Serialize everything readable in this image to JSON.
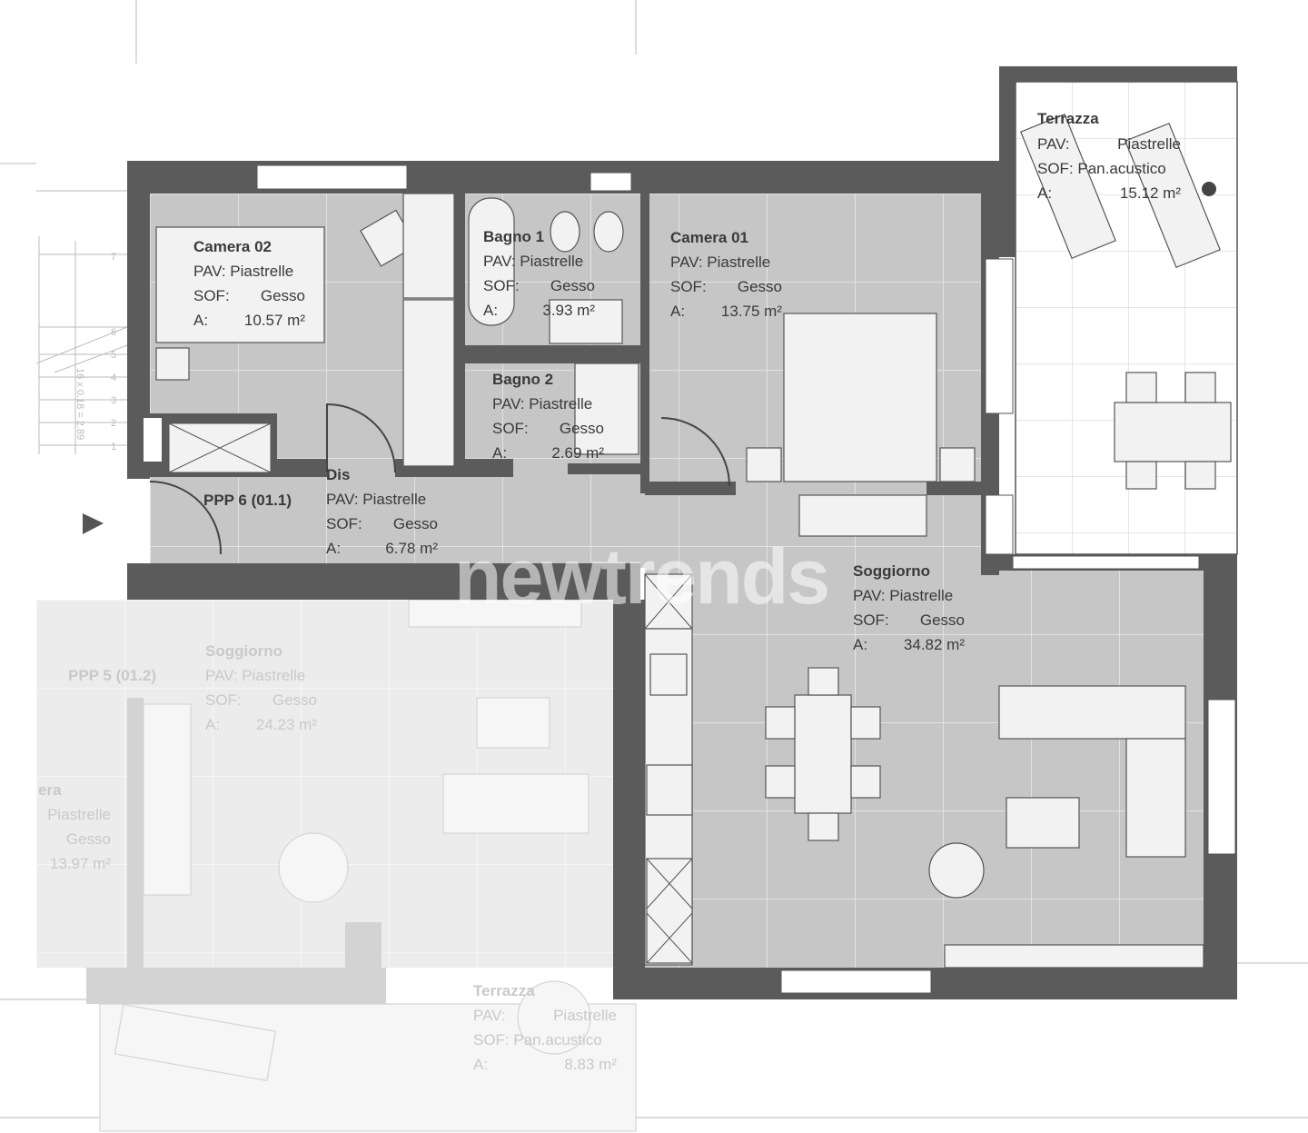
{
  "plan": {
    "watermark": "newtrends",
    "stair_note": "16 x 0.18 = 2.89",
    "stair_steps": [
      "1",
      "2",
      "3",
      "4",
      "5",
      "6",
      "7"
    ],
    "entrance_icon": "entrance-arrow-icon",
    "colors": {
      "wall": "#5b5b5b",
      "floor": "#c6c6c6",
      "ghost_floor": "#ececec",
      "ghost_text": "#c9c9c9"
    }
  },
  "rooms": {
    "camera02": {
      "name": "Camera 02",
      "pav": "PAV: Piastrelle",
      "sof_label": "SOF:",
      "sof": "Gesso",
      "a_label": "A:",
      "area": "10.57 m²"
    },
    "bagno1": {
      "name": "Bagno 1",
      "pav": "PAV: Piastrelle",
      "sof_label": "SOF:",
      "sof": "Gesso",
      "a_label": "A:",
      "area": "3.93 m²"
    },
    "camera01": {
      "name": "Camera 01",
      "pav": "PAV: Piastrelle",
      "sof_label": "SOF:",
      "sof": "Gesso",
      "a_label": "A:",
      "area": "13.75 m²"
    },
    "terrazza_top": {
      "name": "Terrazza",
      "pav_label": "PAV:",
      "pav": "Piastrelle",
      "sof": "SOF: Pan.acustico",
      "a_label": "A:",
      "area": "15.12 m²"
    },
    "bagno2": {
      "name": "Bagno 2",
      "pav": "PAV: Piastrelle",
      "sof_label": "SOF:",
      "sof": "Gesso",
      "a_label": "A:",
      "area": "2.69 m²"
    },
    "dis": {
      "name": "Dis",
      "pav": "PAV: Piastrelle",
      "sof_label": "SOF:",
      "sof": "Gesso",
      "a_label": "A:",
      "area": "6.78 m²"
    },
    "unit": {
      "name": "PPP 6 (01.1)"
    },
    "soggiorno": {
      "name": "Soggiorno",
      "pav": "PAV: Piastrelle",
      "sof_label": "SOF:",
      "sof": "Gesso",
      "a_label": "A:",
      "area": "34.82 m²"
    }
  },
  "neighbour": {
    "unit": {
      "name": "PPP 5 (01.2)"
    },
    "soggiorno": {
      "name": "Soggiorno",
      "pav": "PAV: Piastrelle",
      "sof_label": "SOF:",
      "sof": "Gesso",
      "a_label": "A:",
      "area": "24.23 m²"
    },
    "camera": {
      "name": "era",
      "pav": "Piastrelle",
      "sof": "Gesso",
      "area": "13.97 m²"
    },
    "terrazza": {
      "name": "Terrazza",
      "pav_label": "PAV:",
      "pav": "Piastrelle",
      "sof": "SOF: Pan.acustico",
      "a_label": "A:",
      "area": "8.83 m²"
    }
  }
}
